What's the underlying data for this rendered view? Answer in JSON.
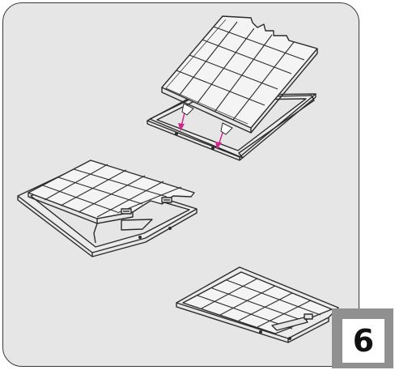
{
  "step": {
    "number": "6",
    "badge_color": "#909090"
  },
  "colors": {
    "panel_bg": "#e6e6e6",
    "outline": "#2b2b2b",
    "arrow": "#cc2a8a",
    "filter_fill": "#f4f4f4"
  },
  "figures": [
    {
      "name": "filter-insert-into-frame",
      "arrows": 2
    },
    {
      "name": "filter-hinged-open"
    },
    {
      "name": "filter-closed-in-frame"
    }
  ]
}
